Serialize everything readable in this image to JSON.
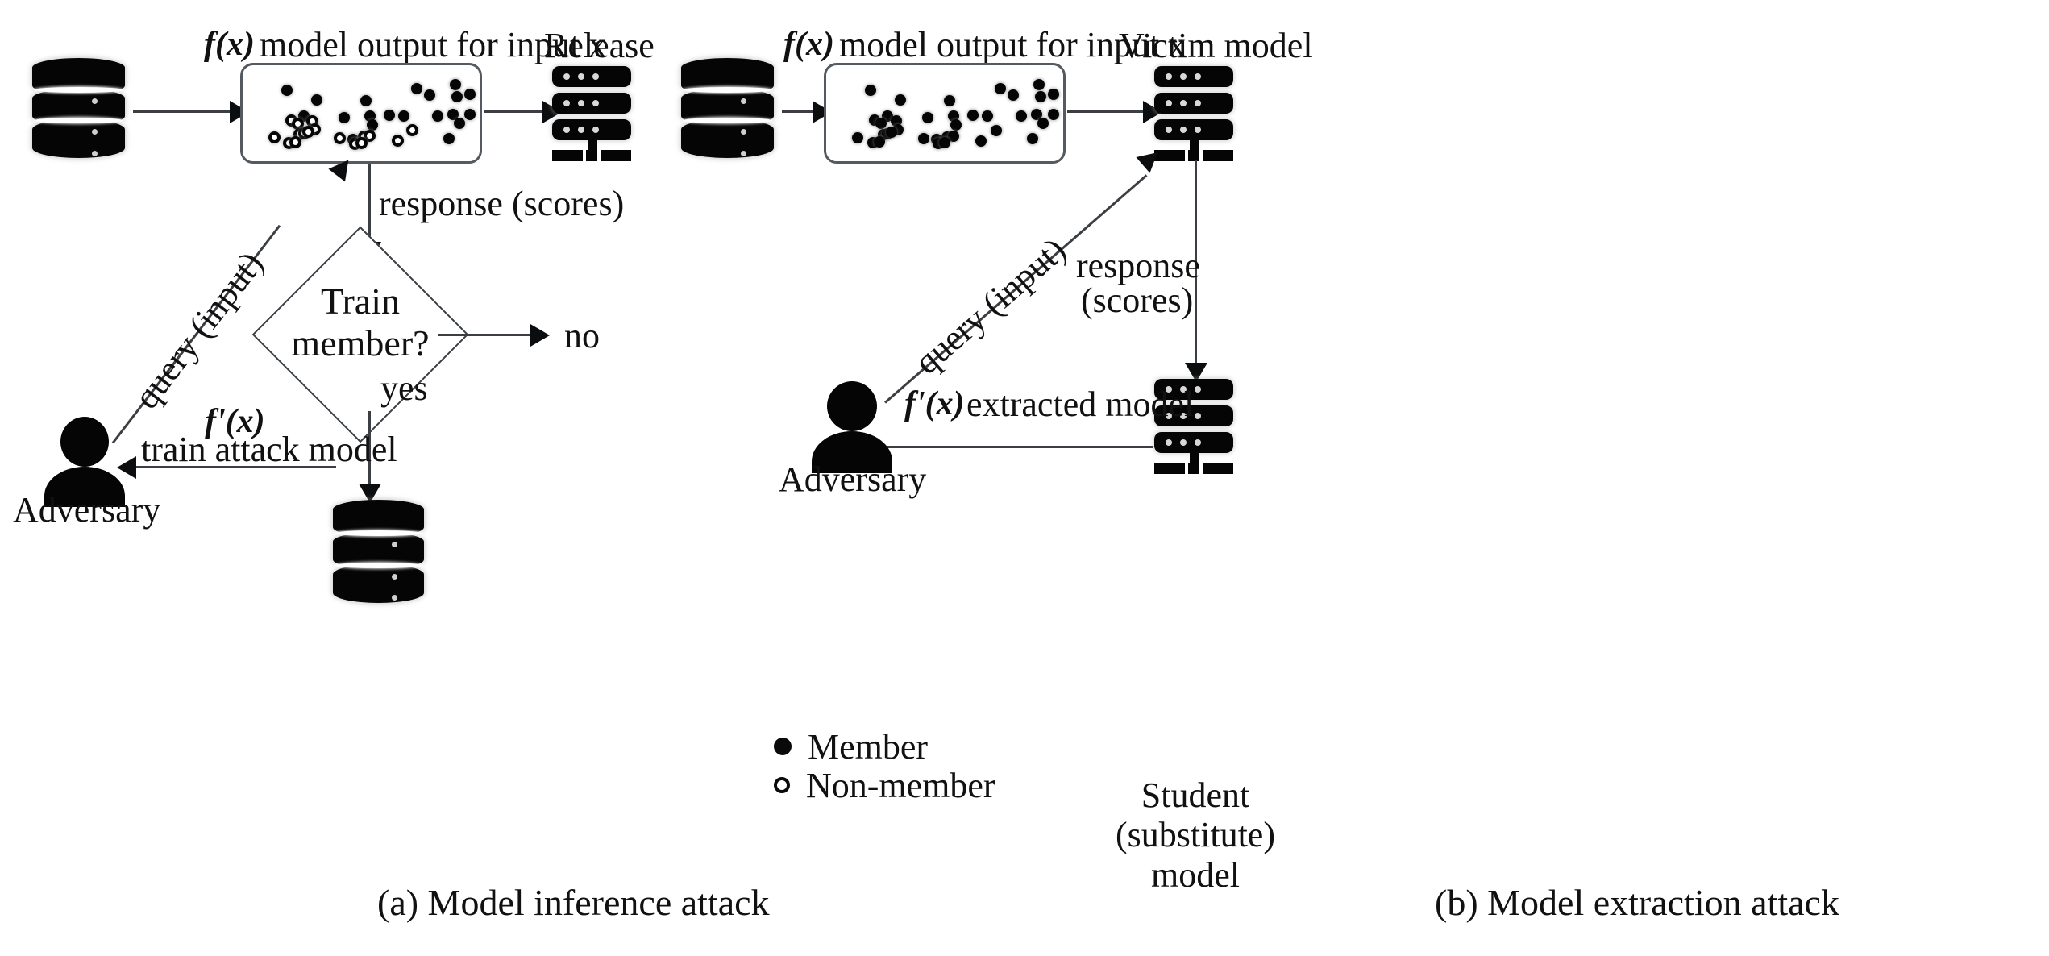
{
  "figure": {
    "captions": {
      "a": "(a) Model inference  attack",
      "b": "(b) Model extraction attack"
    }
  },
  "panel_a": {
    "fx_label": "f(x)",
    "fx_desc": "model output for input x",
    "release_label": "Release",
    "response_label": "response (scores)",
    "query_label": "query (input)",
    "decision": {
      "line1": "Train",
      "line2": "member?",
      "no_label": "no",
      "yes_label": "yes"
    },
    "attack_model": {
      "fx_prime": "f'(x)",
      "desc": "train attack model"
    },
    "adversary_label": "Adversary",
    "legend": [
      {
        "marker": "filled-dot",
        "label": "Member"
      },
      {
        "marker": "open-dot",
        "label": "Non-member"
      }
    ],
    "icons": {
      "dataset": "database-cylinder-icon",
      "released_model": "server-rack-icon",
      "member_store": "database-cylinder-icon",
      "adversary": "person-icon"
    }
  },
  "panel_b": {
    "fx_label": "f(x)",
    "fx_desc": "model output for input x",
    "victim_label": "Victim model",
    "query_label": "query (input)",
    "response_line1": "response",
    "response_line2": "(scores)",
    "extracted": {
      "fx_prime": "f'(x)",
      "desc": "extracted model"
    },
    "adversary_label": "Adversary",
    "student_line1": "Student (substitute)",
    "student_line2": "model",
    "icons": {
      "dataset": "database-cylinder-icon",
      "victim_model": "server-rack-icon",
      "student_model": "server-rack-icon",
      "adversary": "person-icon"
    }
  },
  "chart_data": [
    {
      "type": "scatter",
      "title": "model output for input x (panel a)",
      "xlabel": "",
      "ylabel": "",
      "grid": false,
      "legend": [
        "Member",
        "Non-member"
      ],
      "legend_position": "below-right",
      "series": [
        {
          "name": "Member",
          "marker": "filled",
          "points": [
            [
              0.14,
              0.82
            ],
            [
              0.28,
              0.7
            ],
            [
              0.51,
              0.69
            ],
            [
              0.75,
              0.85
            ],
            [
              0.81,
              0.76
            ],
            [
              0.93,
              0.9
            ],
            [
              0.94,
              0.74
            ],
            [
              1.0,
              0.77
            ],
            [
              0.22,
              0.5
            ],
            [
              0.41,
              0.47
            ],
            [
              0.53,
              0.5
            ],
            [
              0.62,
              0.51
            ],
            [
              0.69,
              0.5
            ],
            [
              0.85,
              0.49
            ],
            [
              0.92,
              0.52
            ],
            [
              1.0,
              0.52
            ],
            [
              0.54,
              0.38
            ],
            [
              0.95,
              0.4
            ],
            [
              0.45,
              0.2
            ],
            [
              0.9,
              0.21
            ]
          ]
        },
        {
          "name": "Non-member",
          "marker": "open",
          "points": [
            [
              0.16,
              0.44
            ],
            [
              0.19,
              0.4
            ],
            [
              0.26,
              0.43
            ],
            [
              0.27,
              0.32
            ],
            [
              0.2,
              0.26
            ],
            [
              0.22,
              0.27
            ],
            [
              0.24,
              0.29
            ],
            [
              0.08,
              0.22
            ],
            [
              0.15,
              0.15
            ],
            [
              0.18,
              0.16
            ],
            [
              0.39,
              0.21
            ],
            [
              0.5,
              0.23
            ],
            [
              0.53,
              0.24
            ],
            [
              0.46,
              0.14
            ],
            [
              0.49,
              0.15
            ],
            [
              0.73,
              0.31
            ],
            [
              0.66,
              0.18
            ]
          ]
        }
      ]
    },
    {
      "type": "scatter",
      "title": "model output for input x (panel b)",
      "xlabel": "",
      "ylabel": "",
      "grid": false,
      "legend": [],
      "series": [
        {
          "name": "All points",
          "marker": "filled",
          "points": [
            [
              0.14,
              0.82
            ],
            [
              0.28,
              0.7
            ],
            [
              0.51,
              0.69
            ],
            [
              0.75,
              0.85
            ],
            [
              0.81,
              0.76
            ],
            [
              0.93,
              0.9
            ],
            [
              0.94,
              0.74
            ],
            [
              1.0,
              0.77
            ],
            [
              0.22,
              0.5
            ],
            [
              0.41,
              0.47
            ],
            [
              0.53,
              0.5
            ],
            [
              0.62,
              0.51
            ],
            [
              0.69,
              0.5
            ],
            [
              0.85,
              0.49
            ],
            [
              0.92,
              0.52
            ],
            [
              1.0,
              0.52
            ],
            [
              0.54,
              0.38
            ],
            [
              0.95,
              0.4
            ],
            [
              0.45,
              0.2
            ],
            [
              0.9,
              0.21
            ],
            [
              0.16,
              0.44
            ],
            [
              0.19,
              0.4
            ],
            [
              0.26,
              0.43
            ],
            [
              0.27,
              0.32
            ],
            [
              0.2,
              0.26
            ],
            [
              0.22,
              0.27
            ],
            [
              0.24,
              0.29
            ],
            [
              0.08,
              0.22
            ],
            [
              0.15,
              0.15
            ],
            [
              0.18,
              0.16
            ],
            [
              0.39,
              0.21
            ],
            [
              0.5,
              0.23
            ],
            [
              0.53,
              0.24
            ],
            [
              0.46,
              0.14
            ],
            [
              0.49,
              0.15
            ],
            [
              0.73,
              0.31
            ],
            [
              0.66,
              0.18
            ]
          ]
        }
      ]
    }
  ]
}
